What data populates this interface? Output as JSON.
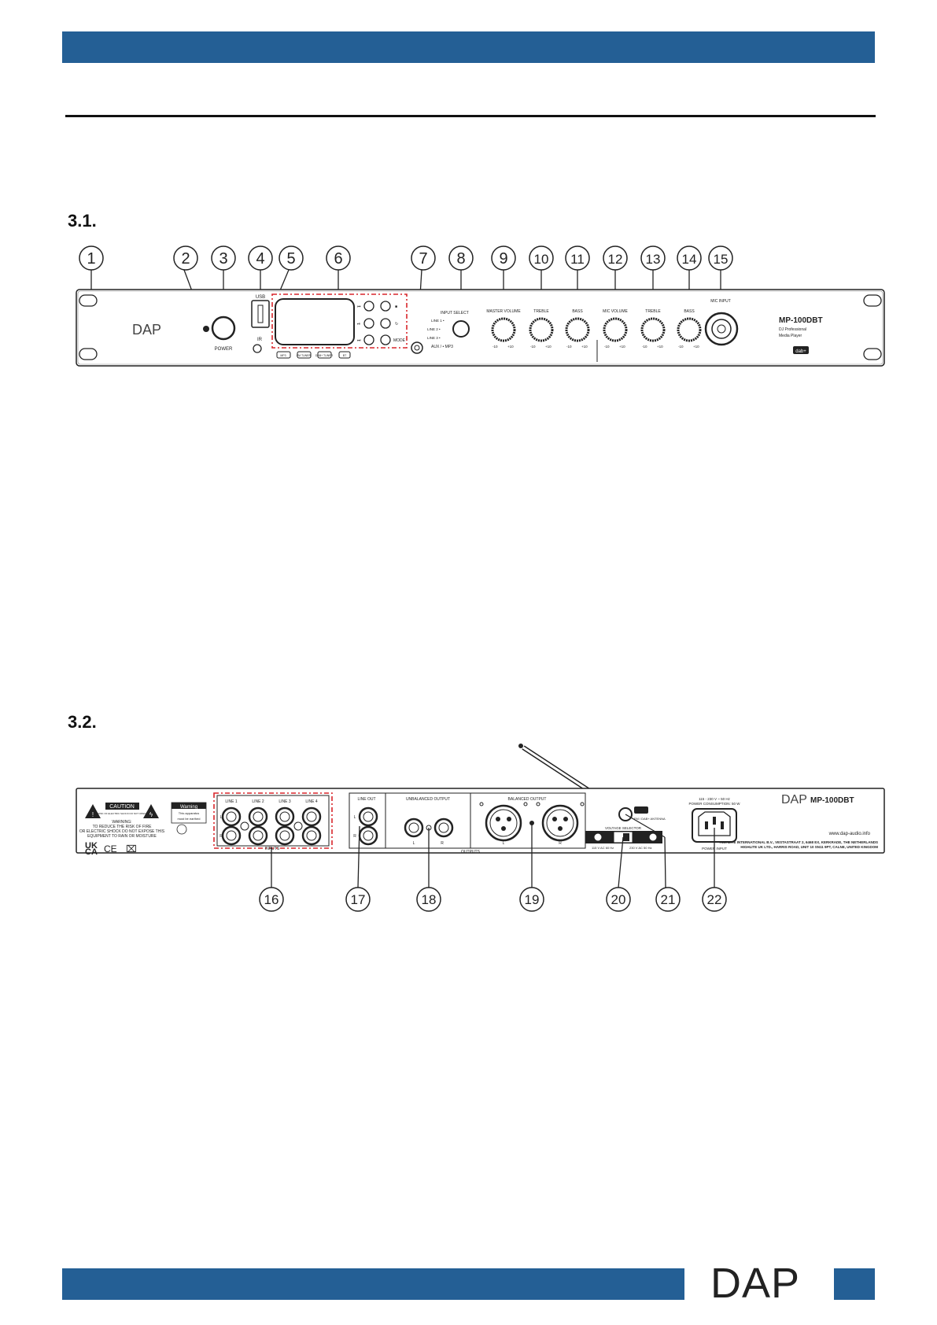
{
  "colors": {
    "brand_blue": "#245f95",
    "callout_red": "#d8262b"
  },
  "sections": {
    "front": {
      "number": "3.1."
    },
    "rear": {
      "number": "3.2."
    }
  },
  "front_panel": {
    "callouts": [
      "1",
      "2",
      "3",
      "4",
      "5",
      "6",
      "7",
      "8",
      "9",
      "10",
      "11",
      "12",
      "13",
      "14",
      "15"
    ],
    "labels": {
      "brand": "DAP",
      "power": "POWER",
      "usb": "USB",
      "ir": "IR",
      "input_select": "INPUT SELECT",
      "line1": "LINE 1 •",
      "line2": "LINE 2 •",
      "line3": "LINE 3 •",
      "aux": "AUX / • MP3",
      "master_volume": "MASTER VOLUME",
      "treble": "TREBLE",
      "bass": "BASS",
      "mic_volume": "MIC VOLUME",
      "mic_treble": "TREBLE",
      "mic_bass": "BASS",
      "mic_input": "MIC INPUT",
      "model": "MP-100DBT",
      "sub1": "DJ Professional",
      "sub2": "Media Player",
      "dab": "dab+",
      "mode": "MODE",
      "mp3_btn": "MP3",
      "fm_btn": "FM TUNER",
      "dab_btn": "DAB+ TUNER",
      "bt_btn": "BT",
      "knob_min": "-10",
      "knob_max": "+10"
    }
  },
  "rear_panel": {
    "callouts": [
      "16",
      "17",
      "18",
      "19",
      "20",
      "21",
      "22"
    ],
    "labels": {
      "caution": "CAUTION",
      "caution_sub": "RISK OF ELECTRIC SHOCK DO NOT OPEN",
      "warning_title": "WARNING:",
      "warning_l1": "TO REDUCE THE RISK OF FIRE",
      "warning_l2": "OR ELECTRIC SHOCK DO NOT EXPOSE THIS",
      "warning_l3": "EQUIPMENT TO RAIN OR MOISTURE",
      "warning_box": "Warning",
      "warning_box_l1": "This apparatus",
      "warning_box_l2": "must be earthed",
      "ukca_1": "UK",
      "ukca_2": "CA",
      "ce": "CE",
      "line1": "LINE 1",
      "line2": "LINE 2",
      "line3": "LINE 3",
      "line4": "LINE 4",
      "inputs": "INPUTS",
      "L": "L",
      "R": "R",
      "line_out": "LINE OUT",
      "unbalanced_output": "UNBALANCED OUTPUT",
      "balanced_output": "BALANCED OUTPUT",
      "outputs": "OUTPUTS",
      "antenna": "FM / DAB+ ANTENNA",
      "voltage_selector": "VOLTAGE SELECTOR",
      "v115": "115 V AC 60 Hz",
      "v230": "230 V AC 50 Hz",
      "power_spec1": "115 - 230 V ~ 50 Hz",
      "power_spec2": "POWER CONSUMPTION: 50 W",
      "power_input": "POWER INPUT",
      "brand": "DAP",
      "model": "MP-100DBT",
      "website": "www.dap-audio.info",
      "address1": "HIGHLITE INTERNATIONAL B.V., VESTASTRAAT 2, 6468 EX, KERKRADE, THE NETHERLANDS",
      "address2": "HIGHLITE UK LTD., HARRIS ROAD, UNIT 10 SN11 9PT, CALNE, UNITED KINGDOM"
    }
  },
  "footer": {
    "logo": "DAP"
  }
}
